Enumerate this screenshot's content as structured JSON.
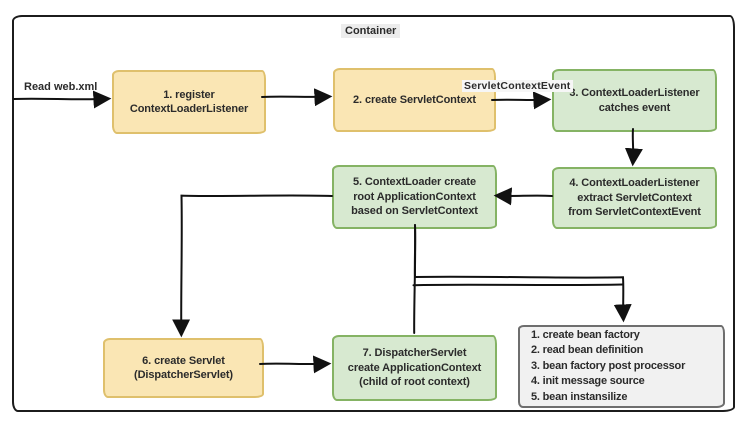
{
  "diagram": {
    "title": "Container",
    "input_label": "Read web.xml",
    "edge_label": "ServletContextEvent"
  },
  "boxes": {
    "register_listener": {
      "lines": [
        "1. register",
        "ContextLoaderListener"
      ]
    },
    "create_servletcontext": {
      "lines": [
        "2. create ServletContext"
      ]
    },
    "listener_catches_event": {
      "lines": [
        "3. ContextLoaderListener",
        "catches event"
      ]
    },
    "listener_extract_context": {
      "lines": [
        "4. ContextLoaderListener",
        "extract ServletContext",
        "from ServletContextEvent"
      ]
    },
    "contextloader_create_root": {
      "lines": [
        "5. ContextLoader create",
        "root ApplicationContext",
        "based on ServletContext"
      ]
    },
    "create_servlet": {
      "lines": [
        "6. create Servlet",
        "(DispatcherServlet)"
      ]
    },
    "dispatcher_create_context": {
      "lines": [
        "7. DispatcherServlet",
        "create ApplicationContext",
        "(child of root context)"
      ]
    }
  },
  "bean_steps": [
    "1. create bean factory",
    "2. read bean definition",
    "3. bean factory post processor",
    "4. init message source",
    "5. bean instansilize"
  ],
  "colors": {
    "yellow_fill": "#FAE6B4",
    "yellow_border": "#DFC06C",
    "green_fill": "#D7E9D0",
    "green_border": "#85B364",
    "gray_fill": "#F1F1F1",
    "gray_border": "#6E6E6E",
    "arrow": "#111111",
    "text": "#2B2B2B"
  }
}
